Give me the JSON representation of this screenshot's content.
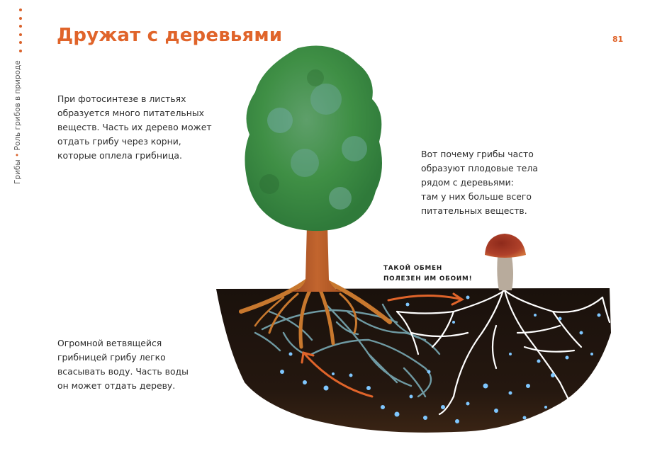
{
  "sidebar": {
    "section": "Грибы",
    "separator": "•",
    "chapter": "Роль грибов в природе",
    "dot_count": 6
  },
  "header": {
    "title": "Дружат с деревьями",
    "page_number": "81"
  },
  "paragraphs": {
    "photosynthesis": "При фотосинтезе в листьях\nобразуется много питательных\nвеществ. Часть их дерево может\nотдать грибу через корни,\nкоторые оплела грибница.",
    "fruiting_bodies": "Вот почему грибы часто\nобразуют плодовые тела\nрядом с деревьями:\nтам у них больше всего\nпитательных веществ.",
    "water": "Огромной ветвящейся\nгрибницей грибу легко\nвсасывать воду. Часть воды\nон может отдать дереву."
  },
  "illustration": {
    "callout": "ТАКОЙ ОБМЕН\nПОЛЕЗЕН ИМ ОБОИМ!",
    "elements": [
      "tree-canopy",
      "tree-trunk",
      "tree-roots",
      "soil",
      "mycelium",
      "mushroom",
      "water-drops",
      "exchange-arrows"
    ],
    "colors": {
      "accent": "#e0642a",
      "canopy": "#3f8f45",
      "canopy_light": "#6fa9a0",
      "trunk": "#b65a28",
      "roots": "#c8782e",
      "soil": "#1f140f",
      "mycelium_tree": "#6f9aa3",
      "mycelium_fungus": "#ffffff",
      "water": "#7fc7ff",
      "mushroom_cap": "#a8341f",
      "mushroom_stem": "#b8ab9c"
    }
  }
}
